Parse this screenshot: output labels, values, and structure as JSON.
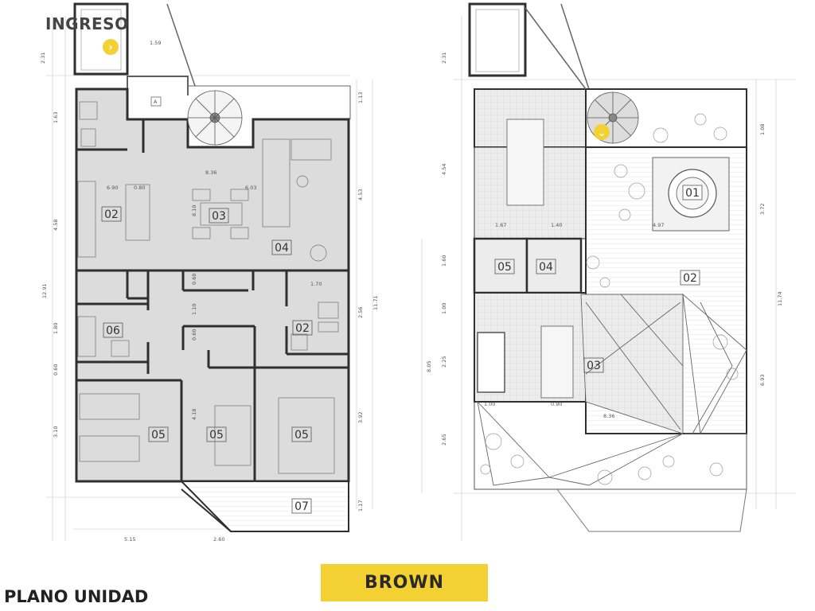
{
  "labels": {
    "ingreso": "INGRESO",
    "plano_unidad": "PLANO UNIDAD",
    "unit_button": "BROWN"
  },
  "colors": {
    "accent_yellow": "#f3d133",
    "floor_grey": "#dcdcdc",
    "terrace_grey": "#ececec",
    "wall": "#2f2f2f"
  },
  "icons": {
    "entry_marker": "chevron-right-icon",
    "stair_marker": "chevron-down-icon"
  },
  "plan_left": {
    "rooms": [
      {
        "label": "02"
      },
      {
        "label": "03"
      },
      {
        "label": "04"
      },
      {
        "label": "06"
      },
      {
        "label": "02"
      },
      {
        "label": "05"
      },
      {
        "label": "05"
      },
      {
        "label": "05"
      },
      {
        "label": "07"
      }
    ],
    "dims": [
      "1.59",
      "2.31",
      "1.63",
      "4.58",
      "12.91",
      "1.80",
      "0.60",
      "3.10",
      "6.90",
      "0.80",
      "8.36",
      "6.03",
      "8.10",
      "4.53",
      "2.56",
      "11.71",
      "3.92",
      "1.17",
      "1.70",
      "1.10",
      "0.60",
      "0.60",
      "4.18",
      "1.13",
      "5.15",
      "2.60",
      "A"
    ]
  },
  "plan_right": {
    "rooms": [
      {
        "label": "01"
      },
      {
        "label": "05"
      },
      {
        "label": "04"
      },
      {
        "label": "02"
      },
      {
        "label": "03"
      }
    ],
    "dims": [
      "2.31",
      "4.54",
      "1.60",
      "1.00",
      "8.05",
      "2.25",
      "2.65",
      "1.67",
      "1.40",
      "4.97",
      "3.72",
      "1.08",
      "11.74",
      "6.93",
      "1.00",
      "0.90",
      "8.36"
    ]
  }
}
